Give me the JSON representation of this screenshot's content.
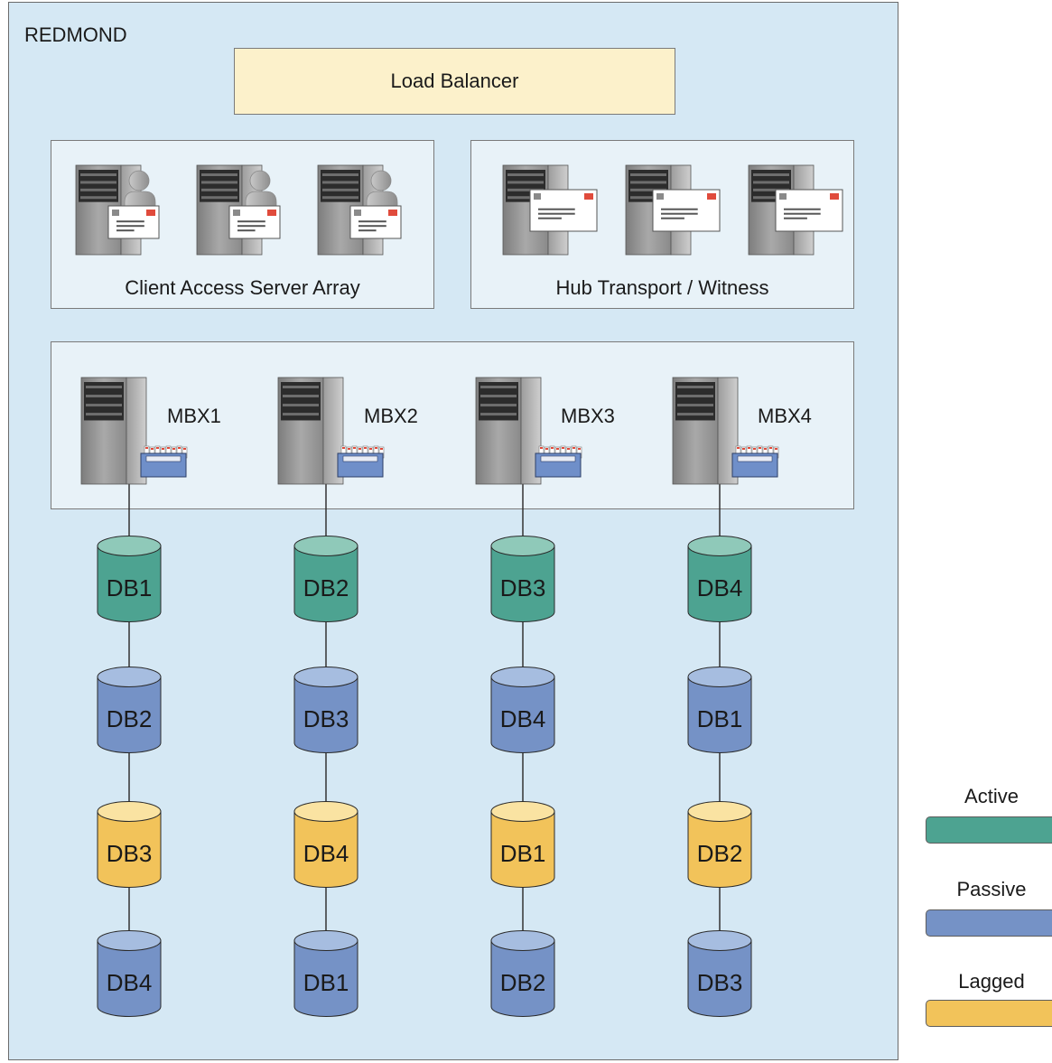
{
  "site": {
    "label": "REDMOND"
  },
  "load_balancer": {
    "label": "Load Balancer"
  },
  "cas_array": {
    "label": "Client Access Server Array",
    "servers": 3
  },
  "hub_transport": {
    "label": "Hub Transport / Witness",
    "servers": 3
  },
  "mailbox_servers": [
    {
      "name": "MBX1",
      "databases": [
        {
          "label": "DB1",
          "role": "active"
        },
        {
          "label": "DB2",
          "role": "passive"
        },
        {
          "label": "DB3",
          "role": "lagged"
        },
        {
          "label": "DB4",
          "role": "passive"
        }
      ]
    },
    {
      "name": "MBX2",
      "databases": [
        {
          "label": "DB2",
          "role": "active"
        },
        {
          "label": "DB3",
          "role": "passive"
        },
        {
          "label": "DB4",
          "role": "lagged"
        },
        {
          "label": "DB1",
          "role": "passive"
        }
      ]
    },
    {
      "name": "MBX3",
      "databases": [
        {
          "label": "DB3",
          "role": "active"
        },
        {
          "label": "DB4",
          "role": "passive"
        },
        {
          "label": "DB1",
          "role": "lagged"
        },
        {
          "label": "DB2",
          "role": "passive"
        }
      ]
    },
    {
      "name": "MBX4",
      "databases": [
        {
          "label": "DB4",
          "role": "active"
        },
        {
          "label": "DB1",
          "role": "passive"
        },
        {
          "label": "DB2",
          "role": "lagged"
        },
        {
          "label": "DB3",
          "role": "passive"
        }
      ]
    }
  ],
  "legend": [
    {
      "key": "active",
      "label": "Active",
      "color": "#4da391"
    },
    {
      "key": "passive",
      "label": "Passive",
      "color": "#7592c6"
    },
    {
      "key": "lagged",
      "label": "Lagged",
      "color": "#f2c35a"
    }
  ],
  "colors": {
    "active_top": "#8fc9b9",
    "passive_top": "#a6bde0",
    "lagged_top": "#fae3a2",
    "site_bg": "#d5e8f4",
    "load_balancer_bg": "#fcf1cb"
  }
}
